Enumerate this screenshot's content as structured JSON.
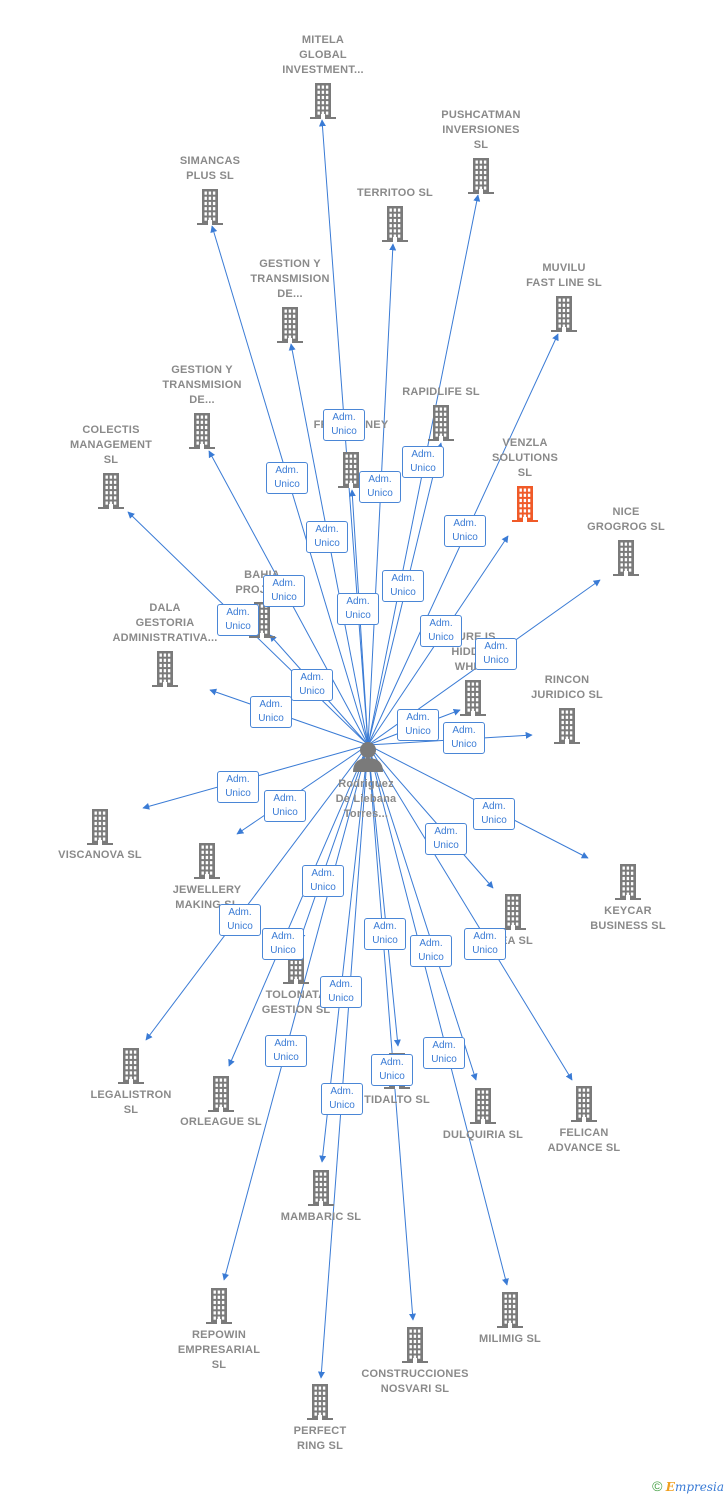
{
  "center": {
    "label": "Rodriguez\nDe Liebana\nTorres..."
  },
  "edge_label": "Adm.\nUnico",
  "colors": {
    "edge": "#3a7bd5",
    "building": "#7a7a7a",
    "highlight": "#f05a28"
  },
  "footer": {
    "copyright": "©",
    "brand_first": "E",
    "brand_rest": "mpresia"
  },
  "nodes": [
    {
      "id": "mitela",
      "label": "MITELA\nGLOBAL\nINVESTMENT..."
    },
    {
      "id": "pushcatman",
      "label": "PUSHCATMAN\nINVERSIONES\nSL"
    },
    {
      "id": "simancas",
      "label": "SIMANCAS\nPLUS  SL"
    },
    {
      "id": "territoo",
      "label": "TERRITOO  SL"
    },
    {
      "id": "gestion1",
      "label": "GESTION Y\nTRANSMISION\nDE..."
    },
    {
      "id": "muvilu",
      "label": "MUVILU\nFAST LINE  SL"
    },
    {
      "id": "gestion2",
      "label": "GESTION Y\nTRANSMISION\nDE..."
    },
    {
      "id": "rapidlife",
      "label": "RAPIDLIFE  SL"
    },
    {
      "id": "venzla",
      "label": "VENZLA\nSOLUTIONS\nSL",
      "highlight": true
    },
    {
      "id": "colectis",
      "label": "COLECTIS\nMANAGEMENT\nSL"
    },
    {
      "id": "freemoney",
      "label": "FREE MONEY"
    },
    {
      "id": "nice",
      "label": "NICE\nGROGROG  SL"
    },
    {
      "id": "bahia",
      "label": "BAHIA\nPROJECT"
    },
    {
      "id": "dala",
      "label": "DALA\nGESTORIA\nADMINISTRATIVA..."
    },
    {
      "id": "sureis",
      "label": "SURE IS\nHIDDEN\nWHITE"
    },
    {
      "id": "rincon",
      "label": "RINCON\nJURIDICO SL"
    },
    {
      "id": "viscanova",
      "label": "VISCANOVA  SL"
    },
    {
      "id": "jewellery",
      "label": "JEWELLERY\nMAKING  SL"
    },
    {
      "id": "keycar",
      "label": "KEYCAR\nBUSINESS  SL"
    },
    {
      "id": "tea",
      "label": "TEA  SL"
    },
    {
      "id": "tolonata",
      "label": "TOLONATA\nGESTION  SL"
    },
    {
      "id": "legalistron",
      "label": "LEGALISTRON\nSL"
    },
    {
      "id": "orleague",
      "label": "ORLEAGUE  SL"
    },
    {
      "id": "tidalto",
      "label": "TIDALTO  SL"
    },
    {
      "id": "dulquiria",
      "label": "DULQUIRIA  SL"
    },
    {
      "id": "felican",
      "label": "FELICAN\nADVANCE  SL"
    },
    {
      "id": "mambaric",
      "label": "MAMBARIC  SL"
    },
    {
      "id": "repowin",
      "label": "REPOWIN\nEMPRESARIAL\nSL"
    },
    {
      "id": "milimig",
      "label": "MILIMIG  SL"
    },
    {
      "id": "construcciones",
      "label": "CONSTRUCCIONES\nNOSVARI SL"
    },
    {
      "id": "perfect",
      "label": "PERFECT\nRING  SL"
    }
  ]
}
